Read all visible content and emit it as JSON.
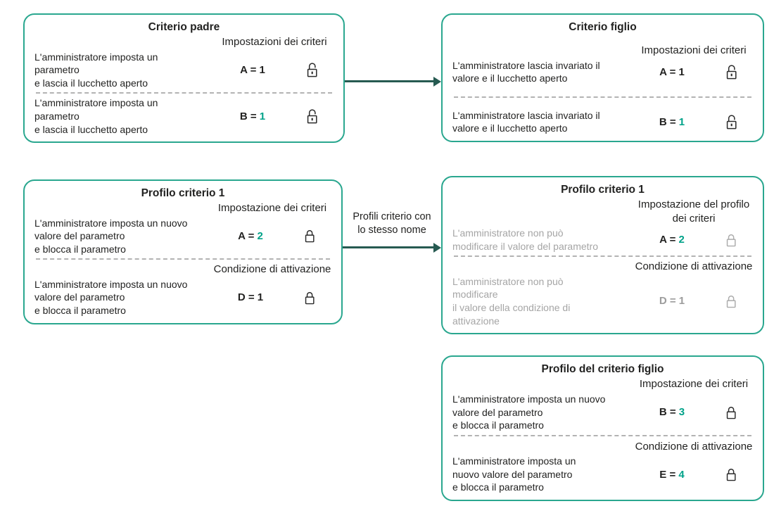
{
  "colors": {
    "border_teal": "#2aa78f",
    "accent_teal": "#00a289",
    "arrow": "#265a51",
    "text_dark": "#222221",
    "text_gray": "#a5a5a5",
    "divider_gray": "#b3b3b3"
  },
  "arrows": [
    {
      "label": ""
    },
    {
      "label": "Profili criterio con\nlo stesso nome"
    }
  ],
  "boxes": [
    {
      "title": "Criterio padre",
      "sections": [
        {
          "header": "Impostazioni dei criteri",
          "row": {
            "text": "L'amministratore imposta un\nparametro\n e lascia il lucchetto aperto",
            "text_color": "#222221",
            "value_prefix": "A = ",
            "value_number": "1",
            "value_color": "#222221",
            "number_color": "#222221",
            "lock": "open-padlock",
            "lock_color": "#2b2b2b"
          }
        },
        {
          "header": "",
          "row": {
            "text": "L'amministratore imposta un\nparametro\n e lascia il lucchetto aperto",
            "text_color": "#222221",
            "value_prefix": "B = ",
            "value_number": "1",
            "value_color": "#222221",
            "number_color": "#00a289",
            "lock": "open-padlock",
            "lock_color": "#2b2b2b"
          }
        }
      ]
    },
    {
      "title": "Criterio figlio",
      "sections": [
        {
          "header": "Impostazioni dei criteri",
          "row": {
            "text": "L'amministratore lascia invariato il\nvalore e il lucchetto aperto",
            "text_color": "#222221",
            "value_prefix": "A = ",
            "value_number": "1",
            "value_color": "#222221",
            "number_color": "#222221",
            "lock": "open-padlock",
            "lock_color": "#2b2b2b"
          }
        },
        {
          "header": "",
          "row": {
            "text": "L'amministratore lascia invariato il\nvalore e il lucchetto aperto",
            "text_color": "#222221",
            "value_prefix": "B = ",
            "value_number": "1",
            "value_color": "#222221",
            "number_color": "#00a289",
            "lock": "open-padlock",
            "lock_color": "#2b2b2b"
          }
        }
      ]
    },
    {
      "title": "Profilo criterio 1",
      "sections": [
        {
          "header": "Impostazione dei criteri",
          "row": {
            "text": "L'amministratore imposta un nuovo\nvalore del parametro\n e blocca il parametro",
            "text_color": "#222221",
            "value_prefix": "A = ",
            "value_number": "2",
            "value_color": "#222221",
            "number_color": "#00a289",
            "lock": "closed-padlock",
            "lock_color": "#2b2b2b"
          }
        },
        {
          "header": "Condizione di attivazione",
          "row": {
            "text": "L'amministratore imposta un nuovo\nvalore del parametro\n e blocca il parametro",
            "text_color": "#222221",
            "value_prefix": "D = ",
            "value_number": "1",
            "value_color": "#222221",
            "number_color": "#222221",
            "lock": "closed-padlock",
            "lock_color": "#2b2b2b"
          }
        }
      ]
    },
    {
      "title": "Profilo criterio 1",
      "sections": [
        {
          "header": "Impostazione del profilo\ndei criteri",
          "row": {
            "text": "L'amministratore non può\nmodificare il valore del parametro",
            "text_color": "#a5a5a5",
            "value_prefix": "A = ",
            "value_number": "2",
            "value_color": "#222221",
            "number_color": "#00a289",
            "lock": "closed-padlock",
            "lock_color": "#ababab"
          }
        },
        {
          "header": "Condizione di attivazione",
          "row": {
            "text": "L'amministratore non può\nmodificare\n il valore della condizione di\nattivazione",
            "text_color": "#a5a5a5",
            "value_prefix": "D = ",
            "value_number": "1",
            "value_color": "#9c9c9c",
            "number_color": "#9c9c9c",
            "lock": "closed-padlock",
            "lock_color": "#ababab"
          }
        }
      ]
    },
    {
      "title": "Profilo del criterio figlio",
      "sections": [
        {
          "header": "Impostazione dei criteri",
          "row": {
            "text": "L'amministratore imposta un nuovo\nvalore del parametro\n e blocca il parametro",
            "text_color": "#222221",
            "value_prefix": "B = ",
            "value_number": "3",
            "value_color": "#222221",
            "number_color": "#00a289",
            "lock": "closed-padlock",
            "lock_color": "#2b2b2b"
          }
        },
        {
          "header": "Condizione di attivazione",
          "row": {
            "text": "L'amministratore imposta un\nnuovo valore del parametro\n e blocca il parametro",
            "text_color": "#222221",
            "value_prefix": "E = ",
            "value_number": "4",
            "value_color": "#222221",
            "number_color": "#00a289",
            "lock": "closed-padlock",
            "lock_color": "#2b2b2b"
          }
        }
      ]
    }
  ]
}
